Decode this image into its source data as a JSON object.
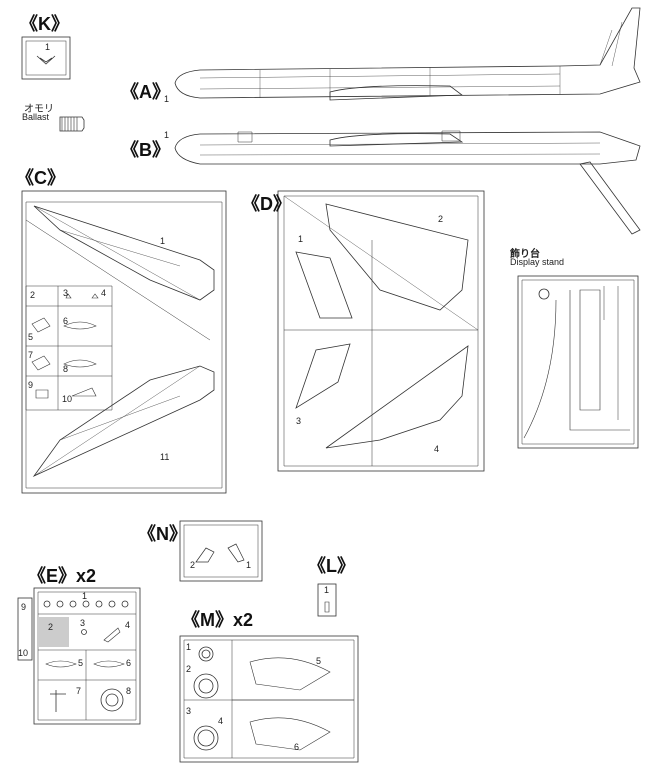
{
  "sprues": {
    "K": {
      "label": "《K》",
      "part": "1"
    },
    "A": {
      "label": "《A》",
      "part": "1"
    },
    "B": {
      "label": "《B》",
      "part": "1"
    },
    "C": {
      "label": "《C》",
      "parts": [
        "1",
        "2",
        "3",
        "4",
        "5",
        "6",
        "7",
        "8",
        "9",
        "10",
        "11"
      ]
    },
    "D": {
      "label": "《D》",
      "parts": [
        "1",
        "2",
        "3",
        "4"
      ]
    },
    "E": {
      "label": "《E》x2",
      "parts": [
        "1",
        "2",
        "3",
        "4",
        "5",
        "6",
        "7",
        "8",
        "9",
        "10"
      ]
    },
    "N": {
      "label": "《N》",
      "parts": [
        "2",
        "1"
      ]
    },
    "L": {
      "label": "《L》",
      "part": "1"
    },
    "M": {
      "label": "《M》x2",
      "parts": [
        "1",
        "2",
        "3",
        "4",
        "5",
        "6"
      ]
    }
  },
  "ballast": {
    "jp": "オモリ",
    "en": "Ballast"
  },
  "stand": {
    "jp": "飾り台",
    "en": "Display stand"
  }
}
